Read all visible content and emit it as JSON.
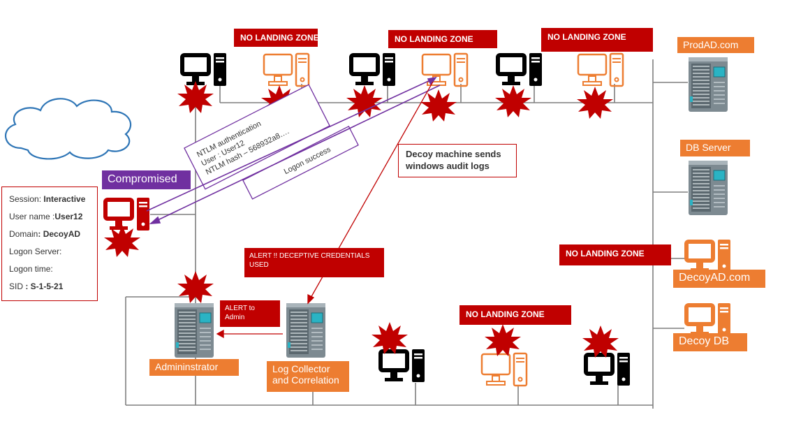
{
  "colors": {
    "red": "#c00000",
    "orange": "#ed7d31",
    "purple": "#7030a0",
    "black": "#000000",
    "line": "#7f7f7f"
  },
  "labels": {
    "no_landing_zone": "NO LANDING ZONE",
    "compromised": "Compromised",
    "prod_ad": "ProdAD.com",
    "db_server": "DB Server",
    "decoy_ad": "DecoyAD.com",
    "decoy_db": "Decoy DB",
    "administrator": "Admininstrator",
    "log_collector_line1": "Log Collector",
    "log_collector_line2": "and Correlation",
    "alert_admin_line1": "ALERT to",
    "alert_admin_line2": "Admin",
    "alert_deceptive_line1": "ALERT !! DECEPTIVE CREDENTIALS",
    "alert_deceptive_line2": "USED",
    "decoy_sends_line1": "Decoy machine sends",
    "decoy_sends_line2": "windows audit logs",
    "ntlm_line1": "NTLM authentication",
    "ntlm_line2": "User : User12",
    "ntlm_line3": "NTLM hash – 568932a8….",
    "logon_success": "Logon success"
  },
  "session_info": {
    "session_label": "Session: ",
    "session_value": "Interactive",
    "username_label": "User name :",
    "username_value": "User12",
    "domain_label": "Domain",
    "domain_value": ": DecoyAD",
    "logon_server": "Logon Server:",
    "logon_time": "Logon time:",
    "sid_label": "SID ",
    "sid_value": ": S-1-5-21"
  },
  "icons": [
    "workstation-icon-black",
    "workstation-icon-orange",
    "workstation-icon-red",
    "server-rack-icon",
    "starburst-icon",
    "cloud-icon"
  ]
}
